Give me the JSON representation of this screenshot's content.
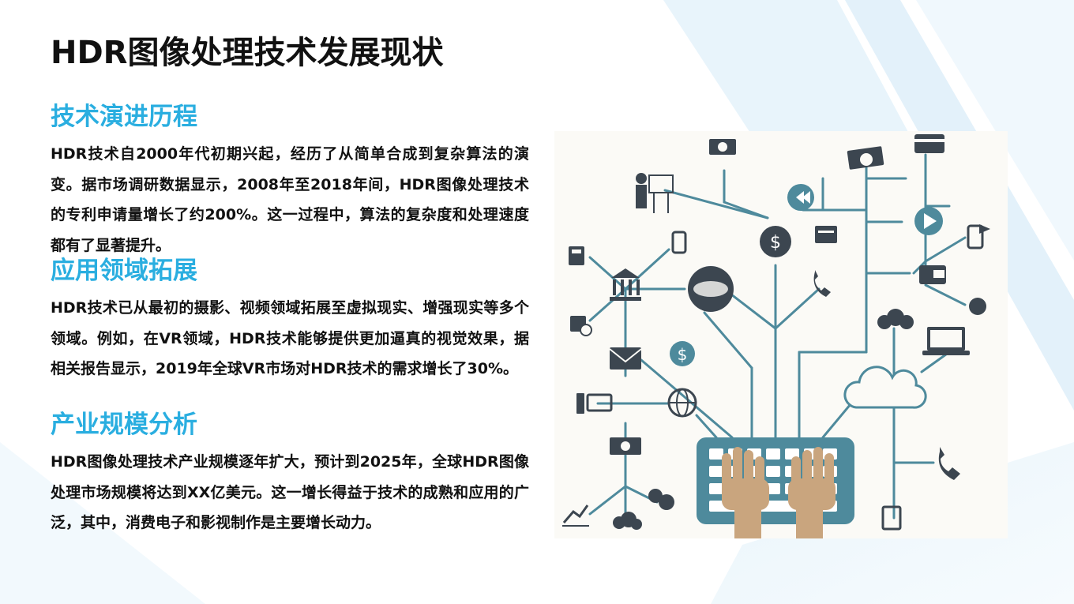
{
  "page": {
    "title": "HDR图像处理技术发展现状"
  },
  "sections": [
    {
      "heading": "技术演进历程",
      "body": "HDR技术自2000年代初期兴起，经历了从简单合成到复杂算法的演变。据市场调研数据显示，2008年至2018年间，HDR图像处理技术的专利申请量增长了约200%。这一过程中，算法的复杂度和处理速度都有了显著提升。"
    },
    {
      "heading": "应用领域拓展",
      "body": "HDR技术已从最初的摄影、视频领域拓展至虚拟现实、增强现实等多个领域。例如，在VR领域，HDR技术能够提供更加逼真的视觉效果，据相关报告显示，2019年全球VR市场对HDR技术的需求增长了30%。"
    },
    {
      "heading": "产业规模分析",
      "body": "HDR图像处理技术产业规模逐年扩大，预计到2025年，全球HDR图像处理市场规模将达到XX亿美元。这一增长得益于技术的成熟和应用的广泛，其中，消费电子和影视制作是主要增长动力。"
    }
  ],
  "illustration": {
    "colors": {
      "line": "#4e8a9c",
      "icon": "#3c4650",
      "keyboard": "#4e8a9c",
      "hands": "#c9a57e",
      "accent": "#2aaee0"
    },
    "icons": [
      "money-icon",
      "cash-stack-icon",
      "credit-card-icon",
      "presenter-icon",
      "rewind-icon",
      "play-icon",
      "folder-icon",
      "phone-share-icon",
      "mobile-icon",
      "calculator-icon",
      "dollar-head-icon",
      "bank-icon",
      "world-icon",
      "phone-icon",
      "wallet-icon",
      "coin-bag-icon",
      "calendar-icon",
      "money-bags-icon",
      "dollar-coin-icon",
      "mail-icon",
      "laptop-icon",
      "cloud-icon",
      "computer-icon",
      "globe-icon",
      "cash-icon",
      "call-icon",
      "chart-icon",
      "coins-icon",
      "cloud-download-icon",
      "notepad-icon",
      "keyboard-icon",
      "hands-icon"
    ]
  }
}
